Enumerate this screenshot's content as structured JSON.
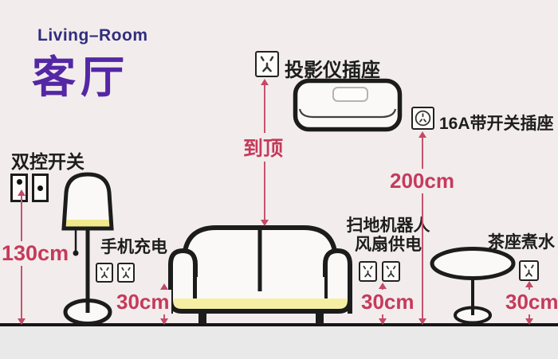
{
  "header": {
    "subtitle": "Living–Room",
    "title": "客厅"
  },
  "annotations": {
    "projector_socket": {
      "label": "投影仪插座"
    },
    "ceiling_note": "到顶",
    "ac_socket_16a": {
      "label": "16A带开关插座",
      "height": "200cm"
    },
    "dual_switch": {
      "label": "双控开关",
      "height": "130cm"
    },
    "phone_charging": {
      "label": "手机充电",
      "height": "30cm",
      "sockets": 2
    },
    "robot_fan": {
      "label_line1": "扫地机器人",
      "label_line2": "风扇供电",
      "height": "30cm",
      "sockets": 2
    },
    "tea_table": {
      "label": "茶座煮水",
      "height": "30cm",
      "sockets": 1
    }
  },
  "icons": {
    "projector_socket": "five-hole-socket-icon",
    "wall_sockets": "five-hole-socket-icon",
    "socket_16a": "round-three-pin-socket-icon",
    "dual_switch": "two-rocker-switch-icon",
    "furniture": [
      "air-conditioner",
      "floor-lamp",
      "sofa",
      "round-side-table"
    ]
  },
  "colors": {
    "background": "#f2edec",
    "floor": "#eae9e9",
    "ink": "#1c1c1c",
    "dimension_red": "#c63a5b",
    "title_purple": "#5427a5",
    "subtitle_indigo": "#312d7d",
    "cushion_yellow": "#f4efa3",
    "lamp_yellow": "#f0e88d"
  }
}
